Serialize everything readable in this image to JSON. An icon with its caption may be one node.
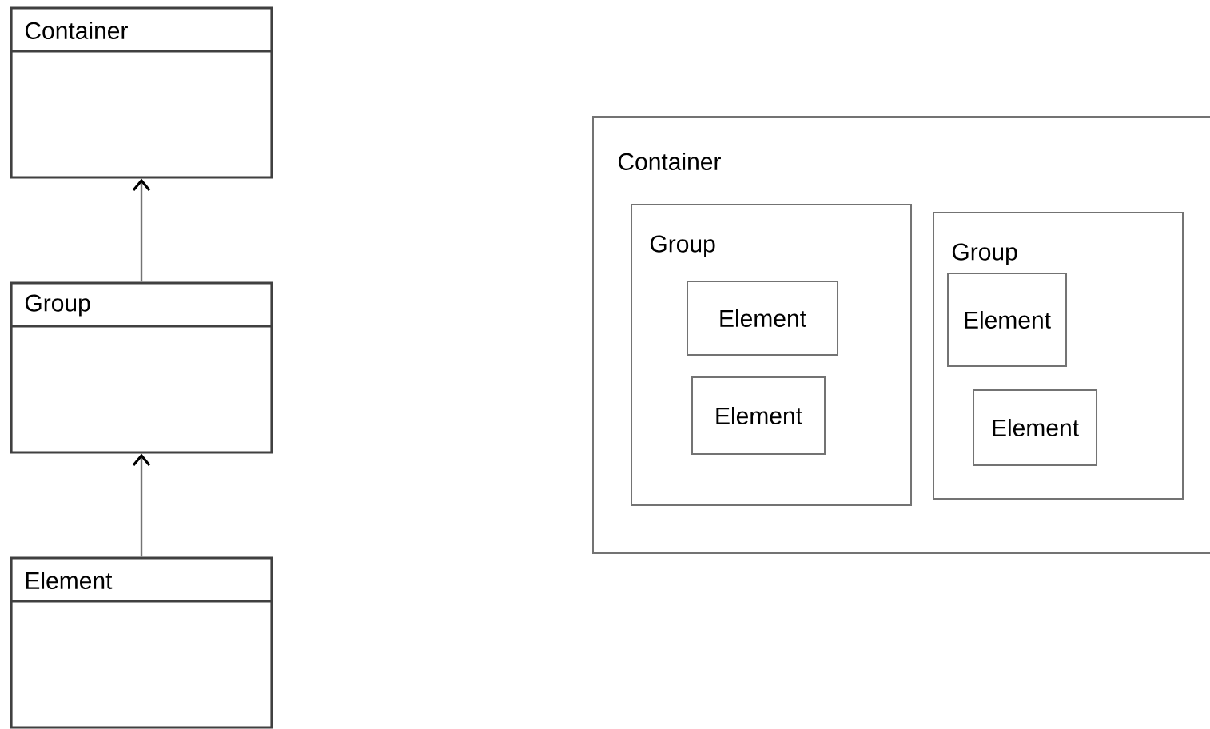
{
  "diagram": {
    "nodes": [
      {
        "text": [
          "Container"
        ]
      },
      {
        "text": [
          "Group"
        ]
      },
      {
        "text": [
          "Element"
        ]
      },
      {
        "text": [
          "Container"
        ]
      },
      {
        "text": [
          "Group"
        ],
        "in": 3
      },
      {
        "text": [
          "Element"
        ],
        "in": 4
      },
      {
        "text": [
          "Element"
        ],
        "in": 4
      },
      {
        "text": [
          "Group"
        ],
        "in": 3
      },
      {
        "text": [
          "Element"
        ],
        "in": 7
      },
      {
        "text": [
          "Element"
        ],
        "in": 7
      }
    ],
    "edges": [
      {
        "from": 2,
        "to": 1,
        "arrow": "to"
      },
      {
        "from": 1,
        "to": 0,
        "arrow": "to"
      }
    ]
  }
}
